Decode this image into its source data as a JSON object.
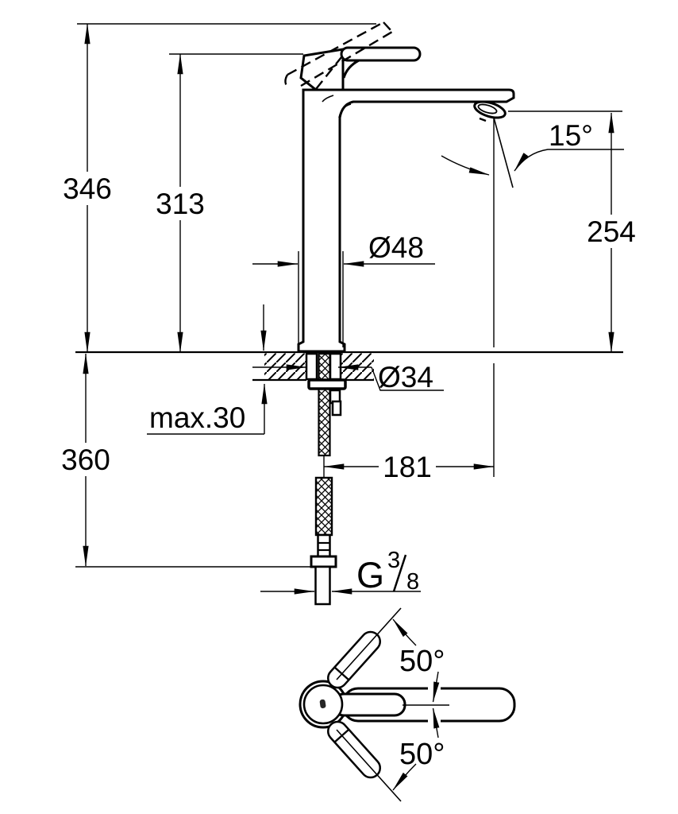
{
  "drawing": {
    "kind": "single-lever basin mixer technical dimension drawing",
    "units": "mm",
    "ink_color": "#000000",
    "paper_color": "#ffffff"
  },
  "labels": {
    "total_height": "346",
    "height_to_spout_top": "313",
    "outlet_height": "254",
    "outlet_angle": "15°",
    "body_diameter": "Ø48",
    "mounting_hole_diameter": "Ø34",
    "max_deck_thickness": "max.30",
    "below_deck_length": "360",
    "spout_reach": "181",
    "thread": {
      "g": "G",
      "numerator": "3",
      "denominator": "8"
    },
    "handle_swivel_up": "50°",
    "handle_swivel_down": "50°"
  }
}
